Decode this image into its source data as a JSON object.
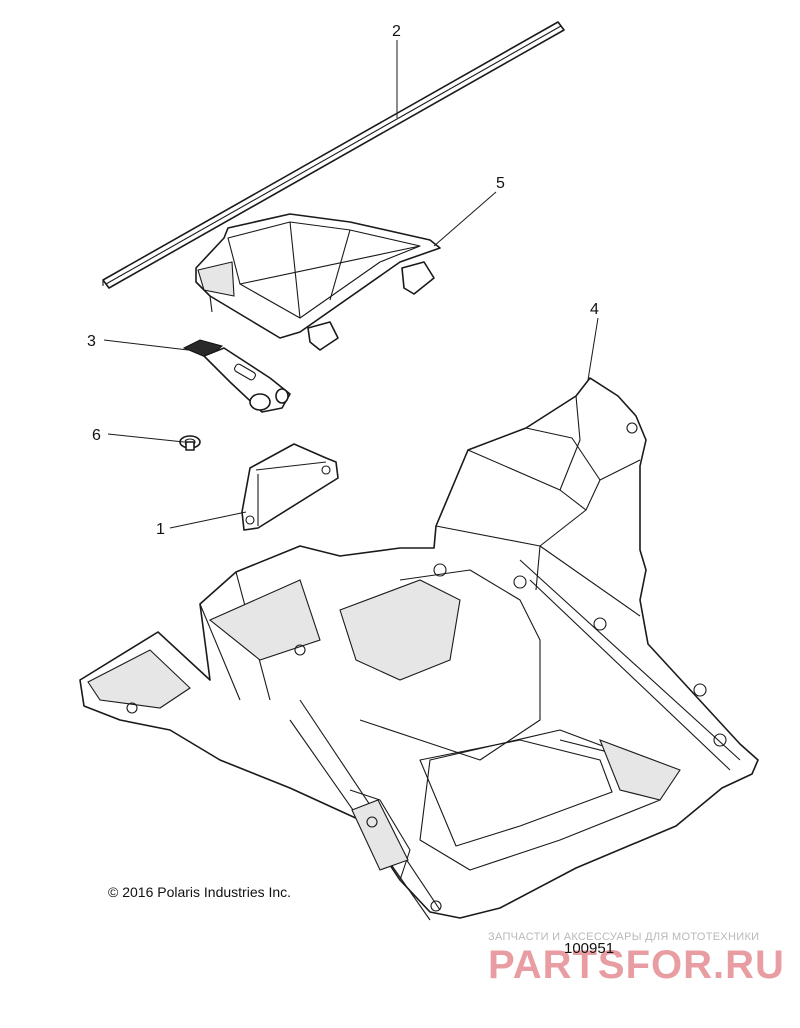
{
  "callouts": [
    "2",
    "5",
    "3",
    "4",
    "6",
    "1"
  ],
  "copyright": "© 2016 Polaris Industries Inc.",
  "reference_number": "100951",
  "watermark": {
    "caption": "ЗАПЧАСТИ И АКСЕССУАРЫ ДЛЯ МОТОТЕХНИКИ",
    "logo_text": "PARTSFOR.RU",
    "color": "#d23c46"
  },
  "colors": {
    "line": "#1a1a1a",
    "background": "#ffffff"
  }
}
